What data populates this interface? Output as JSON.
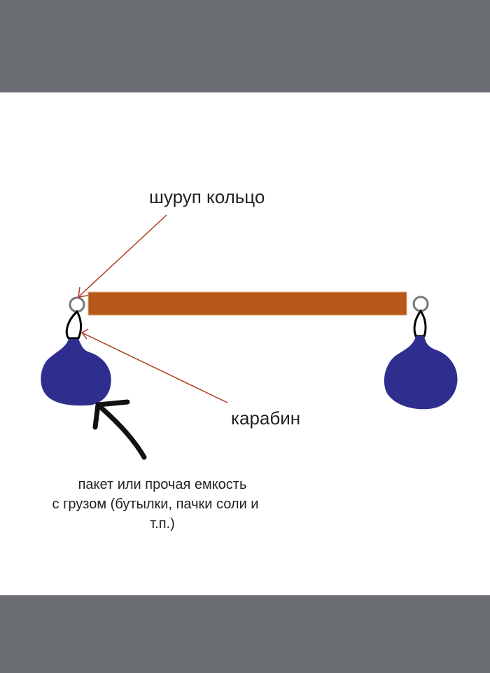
{
  "labels": {
    "screw_ring": "шуруп кольцо",
    "carabiner": "карабин",
    "caption_lines": [
      "пакет или прочая емкость",
      "с грузом (бутылки, пачки соли и",
      "т.п.)"
    ]
  },
  "colors": {
    "background_bars": "#6b6e72",
    "bar": "#b5581a",
    "bag": "#2e2e8f",
    "pointer": "#b03a20",
    "ring": "#777777"
  }
}
